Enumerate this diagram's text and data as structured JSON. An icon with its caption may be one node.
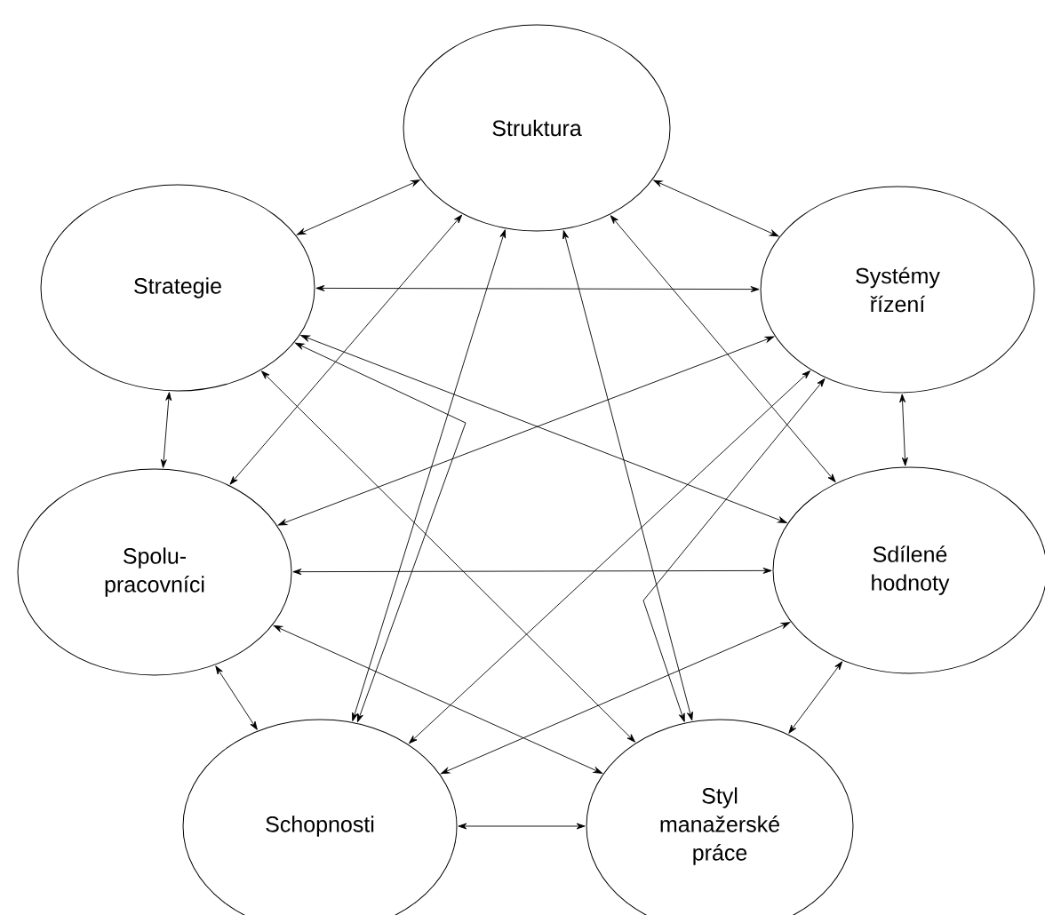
{
  "diagram": {
    "nodes": [
      {
        "text": [
          "Struktura"
        ]
      },
      {
        "text": [
          "Strategie"
        ]
      },
      {
        "text": [
          "Systémy řízení"
        ]
      },
      {
        "text": [
          "Spolu- pracovníci"
        ]
      },
      {
        "text": [
          "Sdílené hodnoty"
        ]
      },
      {
        "text": [
          "Schopnosti"
        ]
      },
      {
        "text": [
          "Styl manažerské práce"
        ]
      }
    ],
    "edges": [
      {
        "from": 1,
        "to": 0,
        "arrow": "both"
      },
      {
        "from": 0,
        "to": 2,
        "arrow": "both"
      },
      {
        "from": 1,
        "to": 2,
        "arrow": "both"
      },
      {
        "from": 1,
        "to": 3,
        "arrow": "both"
      },
      {
        "from": 2,
        "to": 4,
        "arrow": "both"
      },
      {
        "from": 3,
        "to": 4,
        "arrow": "both"
      },
      {
        "from": 3,
        "to": 5,
        "arrow": "both"
      },
      {
        "from": 4,
        "to": 6,
        "arrow": "both"
      },
      {
        "from": 5,
        "to": 6,
        "arrow": "both"
      },
      {
        "from": 1,
        "to": 4,
        "arrow": "both"
      },
      {
        "from": 3,
        "to": 2,
        "arrow": "both"
      },
      {
        "from": 1,
        "to": 6,
        "arrow": "both"
      },
      {
        "from": 1,
        "to": 5,
        "arrow": "both"
      },
      {
        "from": 2,
        "to": 5,
        "arrow": "both"
      },
      {
        "from": 2,
        "to": 6,
        "arrow": "both"
      },
      {
        "from": 0,
        "to": 5,
        "arrow": "both"
      },
      {
        "from": 0,
        "to": 3,
        "arrow": "both"
      },
      {
        "from": 0,
        "to": 6,
        "arrow": "both"
      },
      {
        "from": 0,
        "to": 4,
        "arrow": "both"
      },
      {
        "from": 3,
        "to": 6,
        "arrow": "both"
      },
      {
        "from": 4,
        "to": 5,
        "arrow": "both"
      }
    ]
  }
}
